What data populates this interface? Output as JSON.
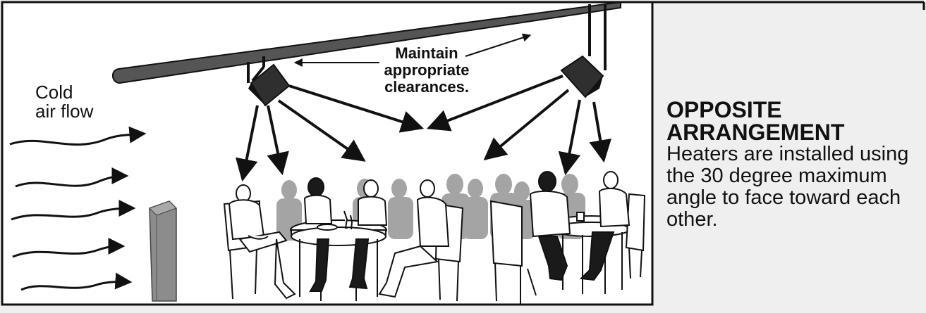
{
  "diagram": {
    "wind_label": [
      "Cold",
      "air flow"
    ],
    "clearance_label": [
      "Maintain",
      "appropriate",
      "clearances."
    ],
    "caption": {
      "title": [
        "OPPOSITE",
        "ARRANGEMENT"
      ],
      "body": "Heaters are installed using the 30 degree maximum angle to face toward each other."
    }
  },
  "colors": {
    "background": "#efefef",
    "panel": "#ffffff",
    "line": "#111111",
    "beam": "#555555",
    "heater": "#333333",
    "shadow": "#9a9a9a",
    "wall": "#8c8c8c"
  }
}
